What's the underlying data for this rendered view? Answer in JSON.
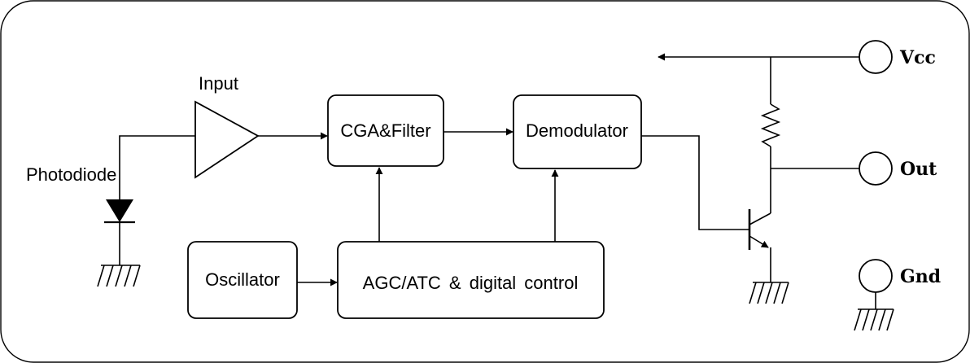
{
  "labels": {
    "input": "Input",
    "photodiode": "Photodiode",
    "cga_filter": "CGA&Filter",
    "demodulator": "Demodulator",
    "oscillator": "Oscillator",
    "agc": "AGC/ATC & digital control"
  },
  "pins": {
    "vcc": "Vcc",
    "out": "Out",
    "gnd": "Gnd"
  }
}
